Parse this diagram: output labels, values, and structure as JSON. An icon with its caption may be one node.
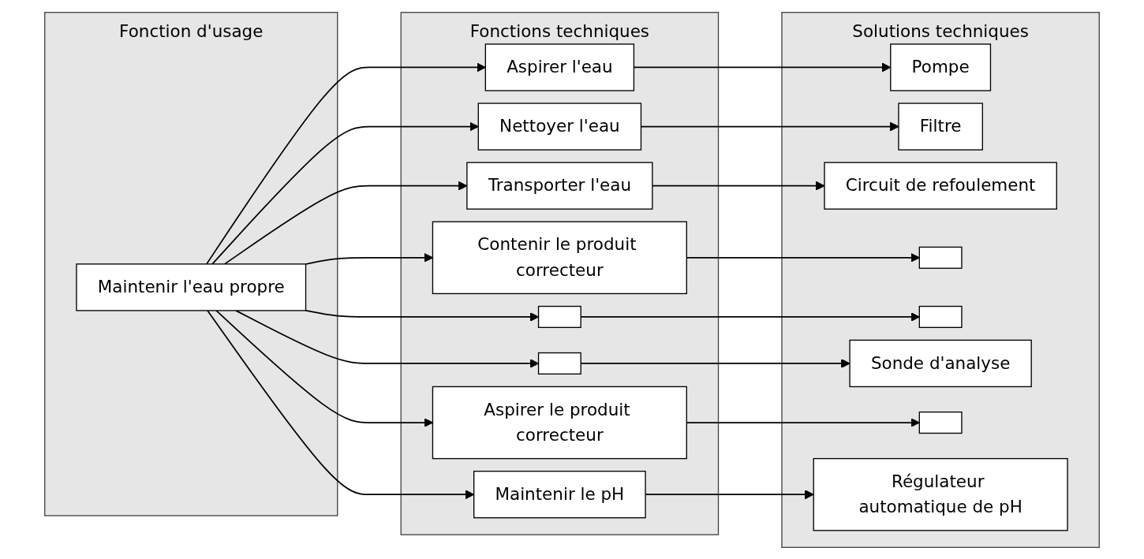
{
  "diagram": {
    "nodes": [
      {
        "text": [
          "Fonction d'usage"
        ]
      },
      {
        "text": [
          "Maintenir l'eau propre"
        ],
        "in": 0
      },
      {
        "text": [
          "Fonctions techniques"
        ]
      },
      {
        "text": [
          "Aspirer l'eau"
        ],
        "in": 2
      },
      {
        "text": [
          "Nettoyer l'eau"
        ],
        "in": 2
      },
      {
        "text": [
          "Transporter l'eau"
        ],
        "in": 2
      },
      {
        "text": [
          "Contenir le produit correcteur"
        ],
        "in": 2
      },
      {
        "text": [],
        "shape": "box",
        "in": 2
      },
      {
        "text": [],
        "shape": "box",
        "in": 2
      },
      {
        "text": [
          "Aspirer le produit correcteur"
        ],
        "in": 2
      },
      {
        "text": [
          "Maintenir le pH"
        ],
        "in": 2
      },
      {
        "text": [
          "Solutions techniques"
        ]
      },
      {
        "text": [
          "Pompe"
        ],
        "in": 11
      },
      {
        "text": [
          "Filtre"
        ],
        "in": 11
      },
      {
        "text": [
          "Circuit de refoulement"
        ],
        "in": 11
      },
      {
        "text": [],
        "shape": "box",
        "in": 11
      },
      {
        "text": [],
        "shape": "box",
        "in": 11
      },
      {
        "text": [
          "Sonde d'analyse"
        ],
        "in": 11
      },
      {
        "text": [],
        "shape": "box",
        "in": 11
      },
      {
        "text": [
          "Régulateur automatique de pH"
        ],
        "in": 11
      }
    ],
    "edges": [
      {
        "from": 1,
        "to": 3,
        "arrow": "to"
      },
      {
        "from": 1,
        "to": 4,
        "arrow": "to"
      },
      {
        "from": 1,
        "to": 5,
        "arrow": "to"
      },
      {
        "from": 1,
        "to": 6,
        "arrow": "to"
      },
      {
        "from": 1,
        "to": 7,
        "arrow": "to"
      },
      {
        "from": 1,
        "to": 8,
        "arrow": "to"
      },
      {
        "from": 1,
        "to": 9,
        "arrow": "to"
      },
      {
        "from": 1,
        "to": 10,
        "arrow": "to"
      },
      {
        "from": 3,
        "to": 12,
        "arrow": "to"
      },
      {
        "from": 4,
        "to": 13,
        "arrow": "to"
      },
      {
        "from": 5,
        "to": 14,
        "arrow": "to"
      },
      {
        "from": 6,
        "to": 15,
        "arrow": "to"
      },
      {
        "from": 7,
        "to": 16,
        "arrow": "to"
      },
      {
        "from": 8,
        "to": 17,
        "arrow": "to"
      },
      {
        "from": 9,
        "to": 18,
        "arrow": "to"
      },
      {
        "from": 10,
        "to": 19,
        "arrow": "to"
      }
    ]
  }
}
